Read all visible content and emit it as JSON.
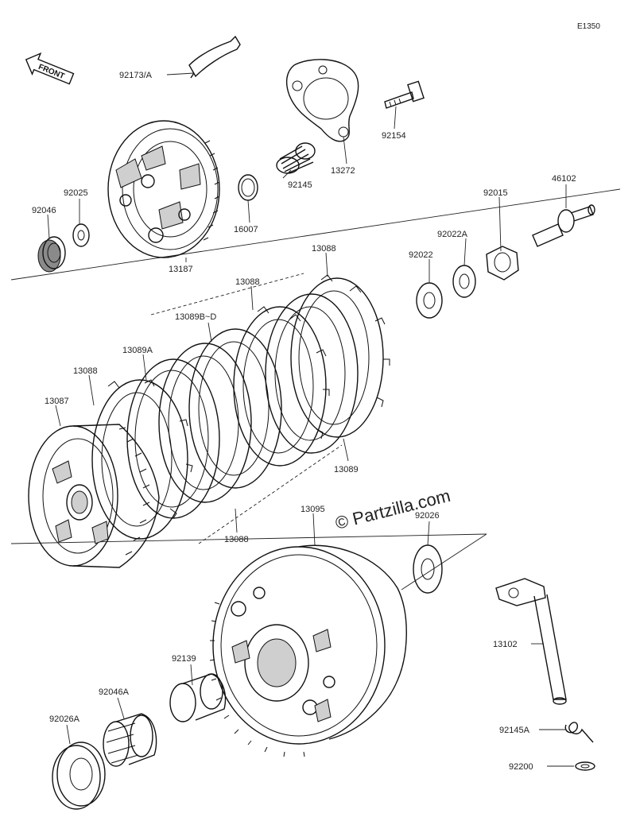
{
  "diagram_code": "E1350",
  "front_label": "FRONT",
  "watermark": "© Partzilla.com",
  "parts": [
    {
      "id": "p-92173a",
      "label": "92173/A"
    },
    {
      "id": "p-92154",
      "label": "92154"
    },
    {
      "id": "p-13272",
      "label": "13272"
    },
    {
      "id": "p-92145",
      "label": "92145"
    },
    {
      "id": "p-16007",
      "label": "16007"
    },
    {
      "id": "p-92025",
      "label": "92025"
    },
    {
      "id": "p-92046",
      "label": "92046"
    },
    {
      "id": "p-13187",
      "label": "13187"
    },
    {
      "id": "p-46102",
      "label": "46102"
    },
    {
      "id": "p-92015",
      "label": "92015"
    },
    {
      "id": "p-92022a",
      "label": "92022A"
    },
    {
      "id": "p-92022",
      "label": "92022"
    },
    {
      "id": "p-13088-top",
      "label": "13088"
    },
    {
      "id": "p-13088-mid",
      "label": "13088"
    },
    {
      "id": "p-13089bd",
      "label": "13089B~D"
    },
    {
      "id": "p-13089a",
      "label": "13089A"
    },
    {
      "id": "p-13088-left",
      "label": "13088"
    },
    {
      "id": "p-13087",
      "label": "13087"
    },
    {
      "id": "p-13089",
      "label": "13089"
    },
    {
      "id": "p-13088-bot",
      "label": "13088"
    },
    {
      "id": "p-13095",
      "label": "13095"
    },
    {
      "id": "p-92026",
      "label": "92026"
    },
    {
      "id": "p-13102",
      "label": "13102"
    },
    {
      "id": "p-92139",
      "label": "92139"
    },
    {
      "id": "p-92046a",
      "label": "92046A"
    },
    {
      "id": "p-92026a",
      "label": "92026A"
    },
    {
      "id": "p-92145a",
      "label": "92145A"
    },
    {
      "id": "p-92200",
      "label": "92200"
    }
  ]
}
